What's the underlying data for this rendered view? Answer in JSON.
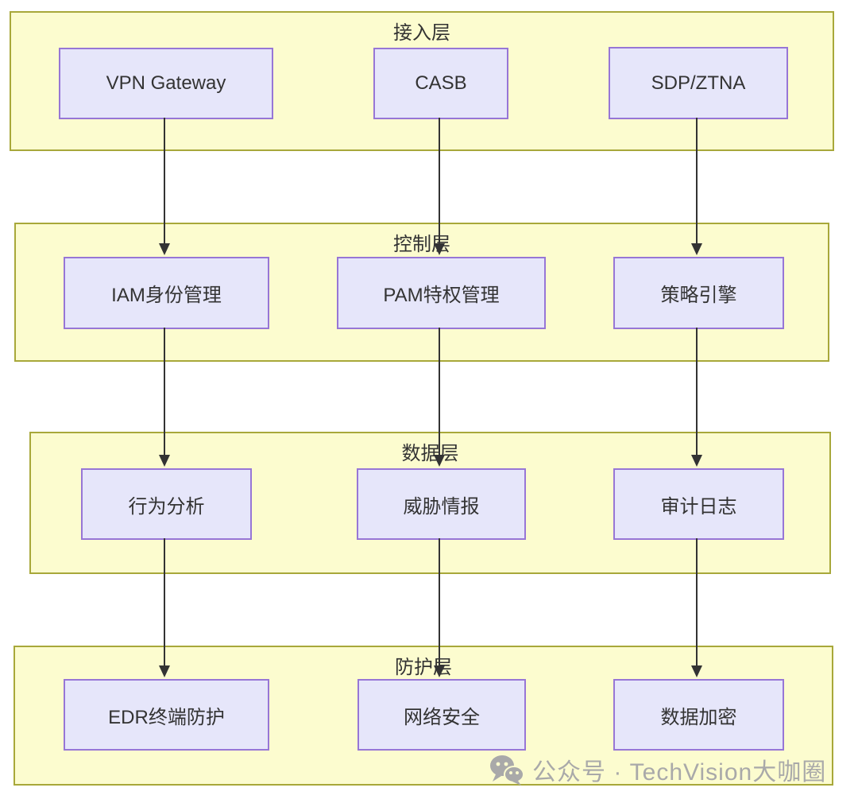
{
  "diagram": {
    "title_hint": "zero-trust-security-layered-architecture",
    "layers": [
      {
        "title": "接入层",
        "boxes": [
          {
            "label": "VPN Gateway"
          },
          {
            "label": "CASB"
          },
          {
            "label": "SDP/ZTNA"
          }
        ]
      },
      {
        "title": "控制层",
        "boxes": [
          {
            "label": "IAM身份管理"
          },
          {
            "label": "PAM特权管理"
          },
          {
            "label": "策略引擎"
          }
        ]
      },
      {
        "title": "数据层",
        "boxes": [
          {
            "label": "行为分析"
          },
          {
            "label": "威胁情报"
          },
          {
            "label": "审计日志"
          }
        ]
      },
      {
        "title": "防护层",
        "boxes": [
          {
            "label": "EDR终端防护"
          },
          {
            "label": "网络安全"
          },
          {
            "label": "数据加密"
          }
        ]
      }
    ],
    "connections": [
      {
        "from": "VPN Gateway",
        "to": "IAM身份管理"
      },
      {
        "from": "CASB",
        "to": "PAM特权管理"
      },
      {
        "from": "SDP/ZTNA",
        "to": "策略引擎"
      },
      {
        "from": "IAM身份管理",
        "to": "行为分析"
      },
      {
        "from": "PAM特权管理",
        "to": "威胁情报"
      },
      {
        "from": "策略引擎",
        "to": "审计日志"
      },
      {
        "from": "行为分析",
        "to": "EDR终端防护"
      },
      {
        "from": "威胁情报",
        "to": "网络安全"
      },
      {
        "from": "审计日志",
        "to": "数据加密"
      }
    ],
    "colors": {
      "layer_fill": "#FCFCCF",
      "layer_border": "#A8A83A",
      "box_fill": "#E6E6FA",
      "box_border": "#9776D6",
      "text": "#333333",
      "arrow": "#333333",
      "watermark": "#A9A9A9"
    }
  },
  "watermark": {
    "icon": "wechat-icon",
    "text": "公众号 · TechVision大咖圈"
  }
}
